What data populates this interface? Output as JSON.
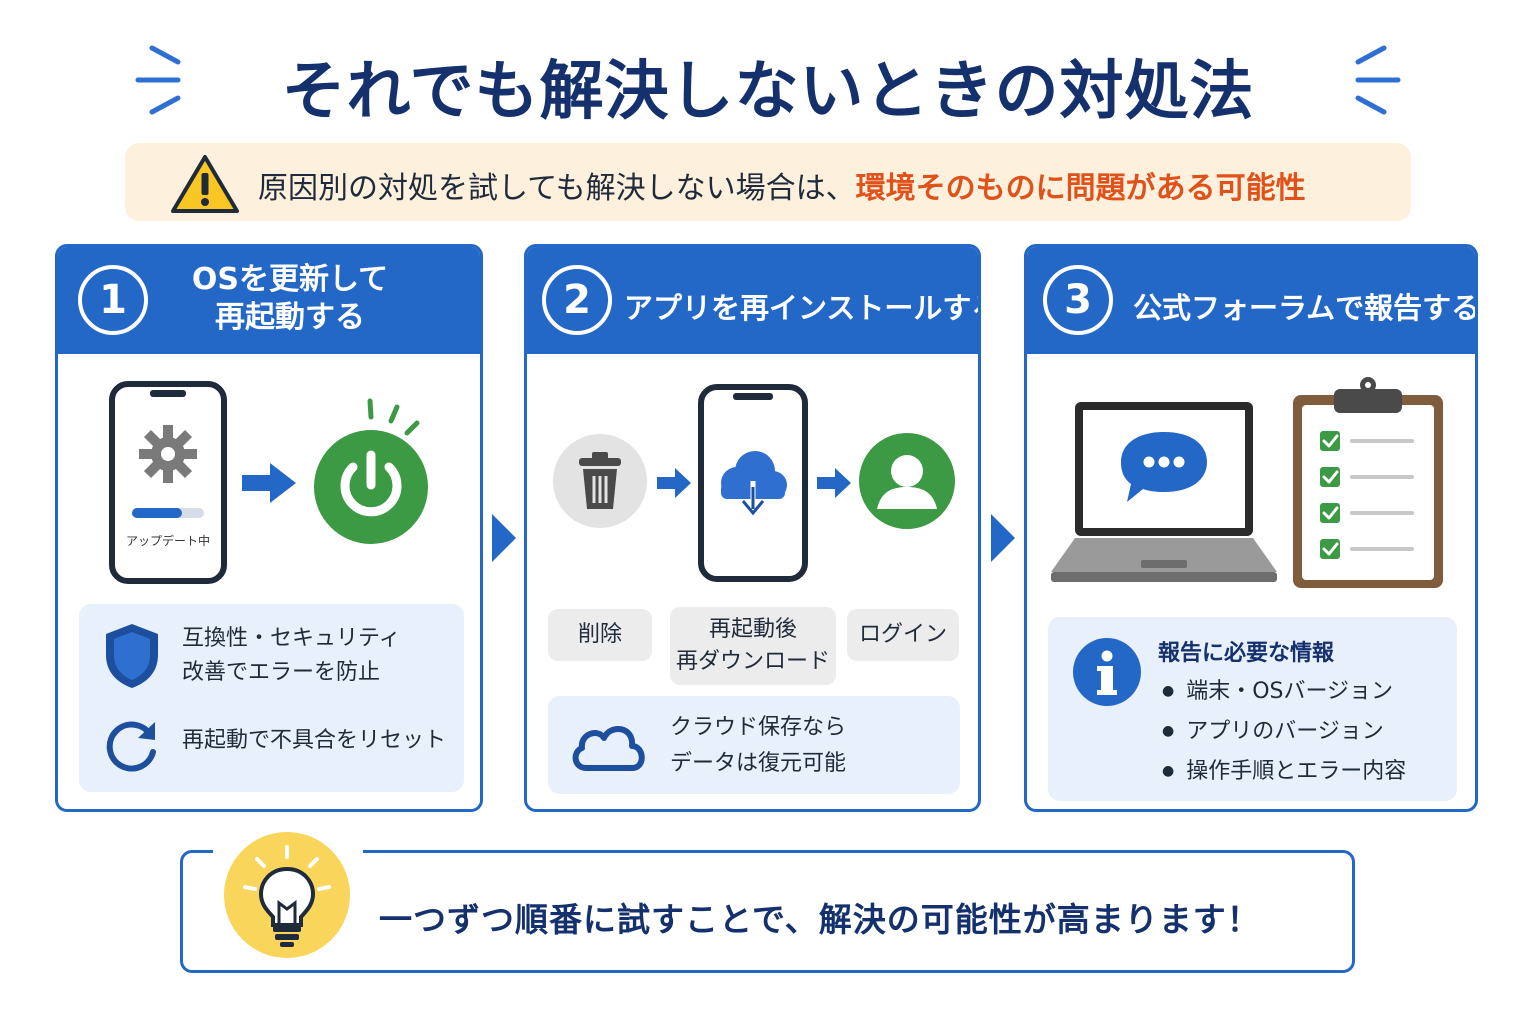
{
  "title": "それでも解決しないときの対処法",
  "notice": {
    "text_before": "原因別の対処を試しても解決しない場合は、",
    "text_highlight": "環境そのものに問題がある可能性"
  },
  "steps": [
    {
      "number": "1",
      "title_line1": "OSを更新して",
      "title_line2": "再起動する",
      "screen_label": "アップデート中",
      "features": [
        {
          "icon": "shield-icon",
          "text_line1": "互換性・セキュリティ",
          "text_line2": "改善でエラーを防止"
        },
        {
          "icon": "refresh-icon",
          "text_line1": "再起動で不具合をリセット"
        }
      ]
    },
    {
      "number": "2",
      "title": "アプリを再インストールする",
      "actions": [
        {
          "icon": "trash-icon",
          "label": "削除"
        },
        {
          "icon": "cloud-download-icon",
          "label_line1": "再起動後",
          "label_line2": "再ダウンロード"
        },
        {
          "icon": "user-icon",
          "label": "ログイン"
        }
      ],
      "note_line1": "クラウド保存なら",
      "note_line2": "データは復元可能"
    },
    {
      "number": "3",
      "title": "公式フォーラムで報告する",
      "info_title": "報告に必要な情報",
      "info_items": [
        "端末・OSバージョン",
        "アプリのバージョン",
        "操作手順とエラー内容"
      ]
    }
  ],
  "tip": "一つずつ順番に試すことで、解決の可能性が高まります！",
  "colors": {
    "primary_blue": "#2367c7",
    "navy": "#14316e",
    "highlight_orange": "#e0521b",
    "green": "#3c9a45",
    "panel_blue": "#e8f0fb",
    "notice_bg": "#fdf1de",
    "bulb_yellow": "#fad55c"
  }
}
